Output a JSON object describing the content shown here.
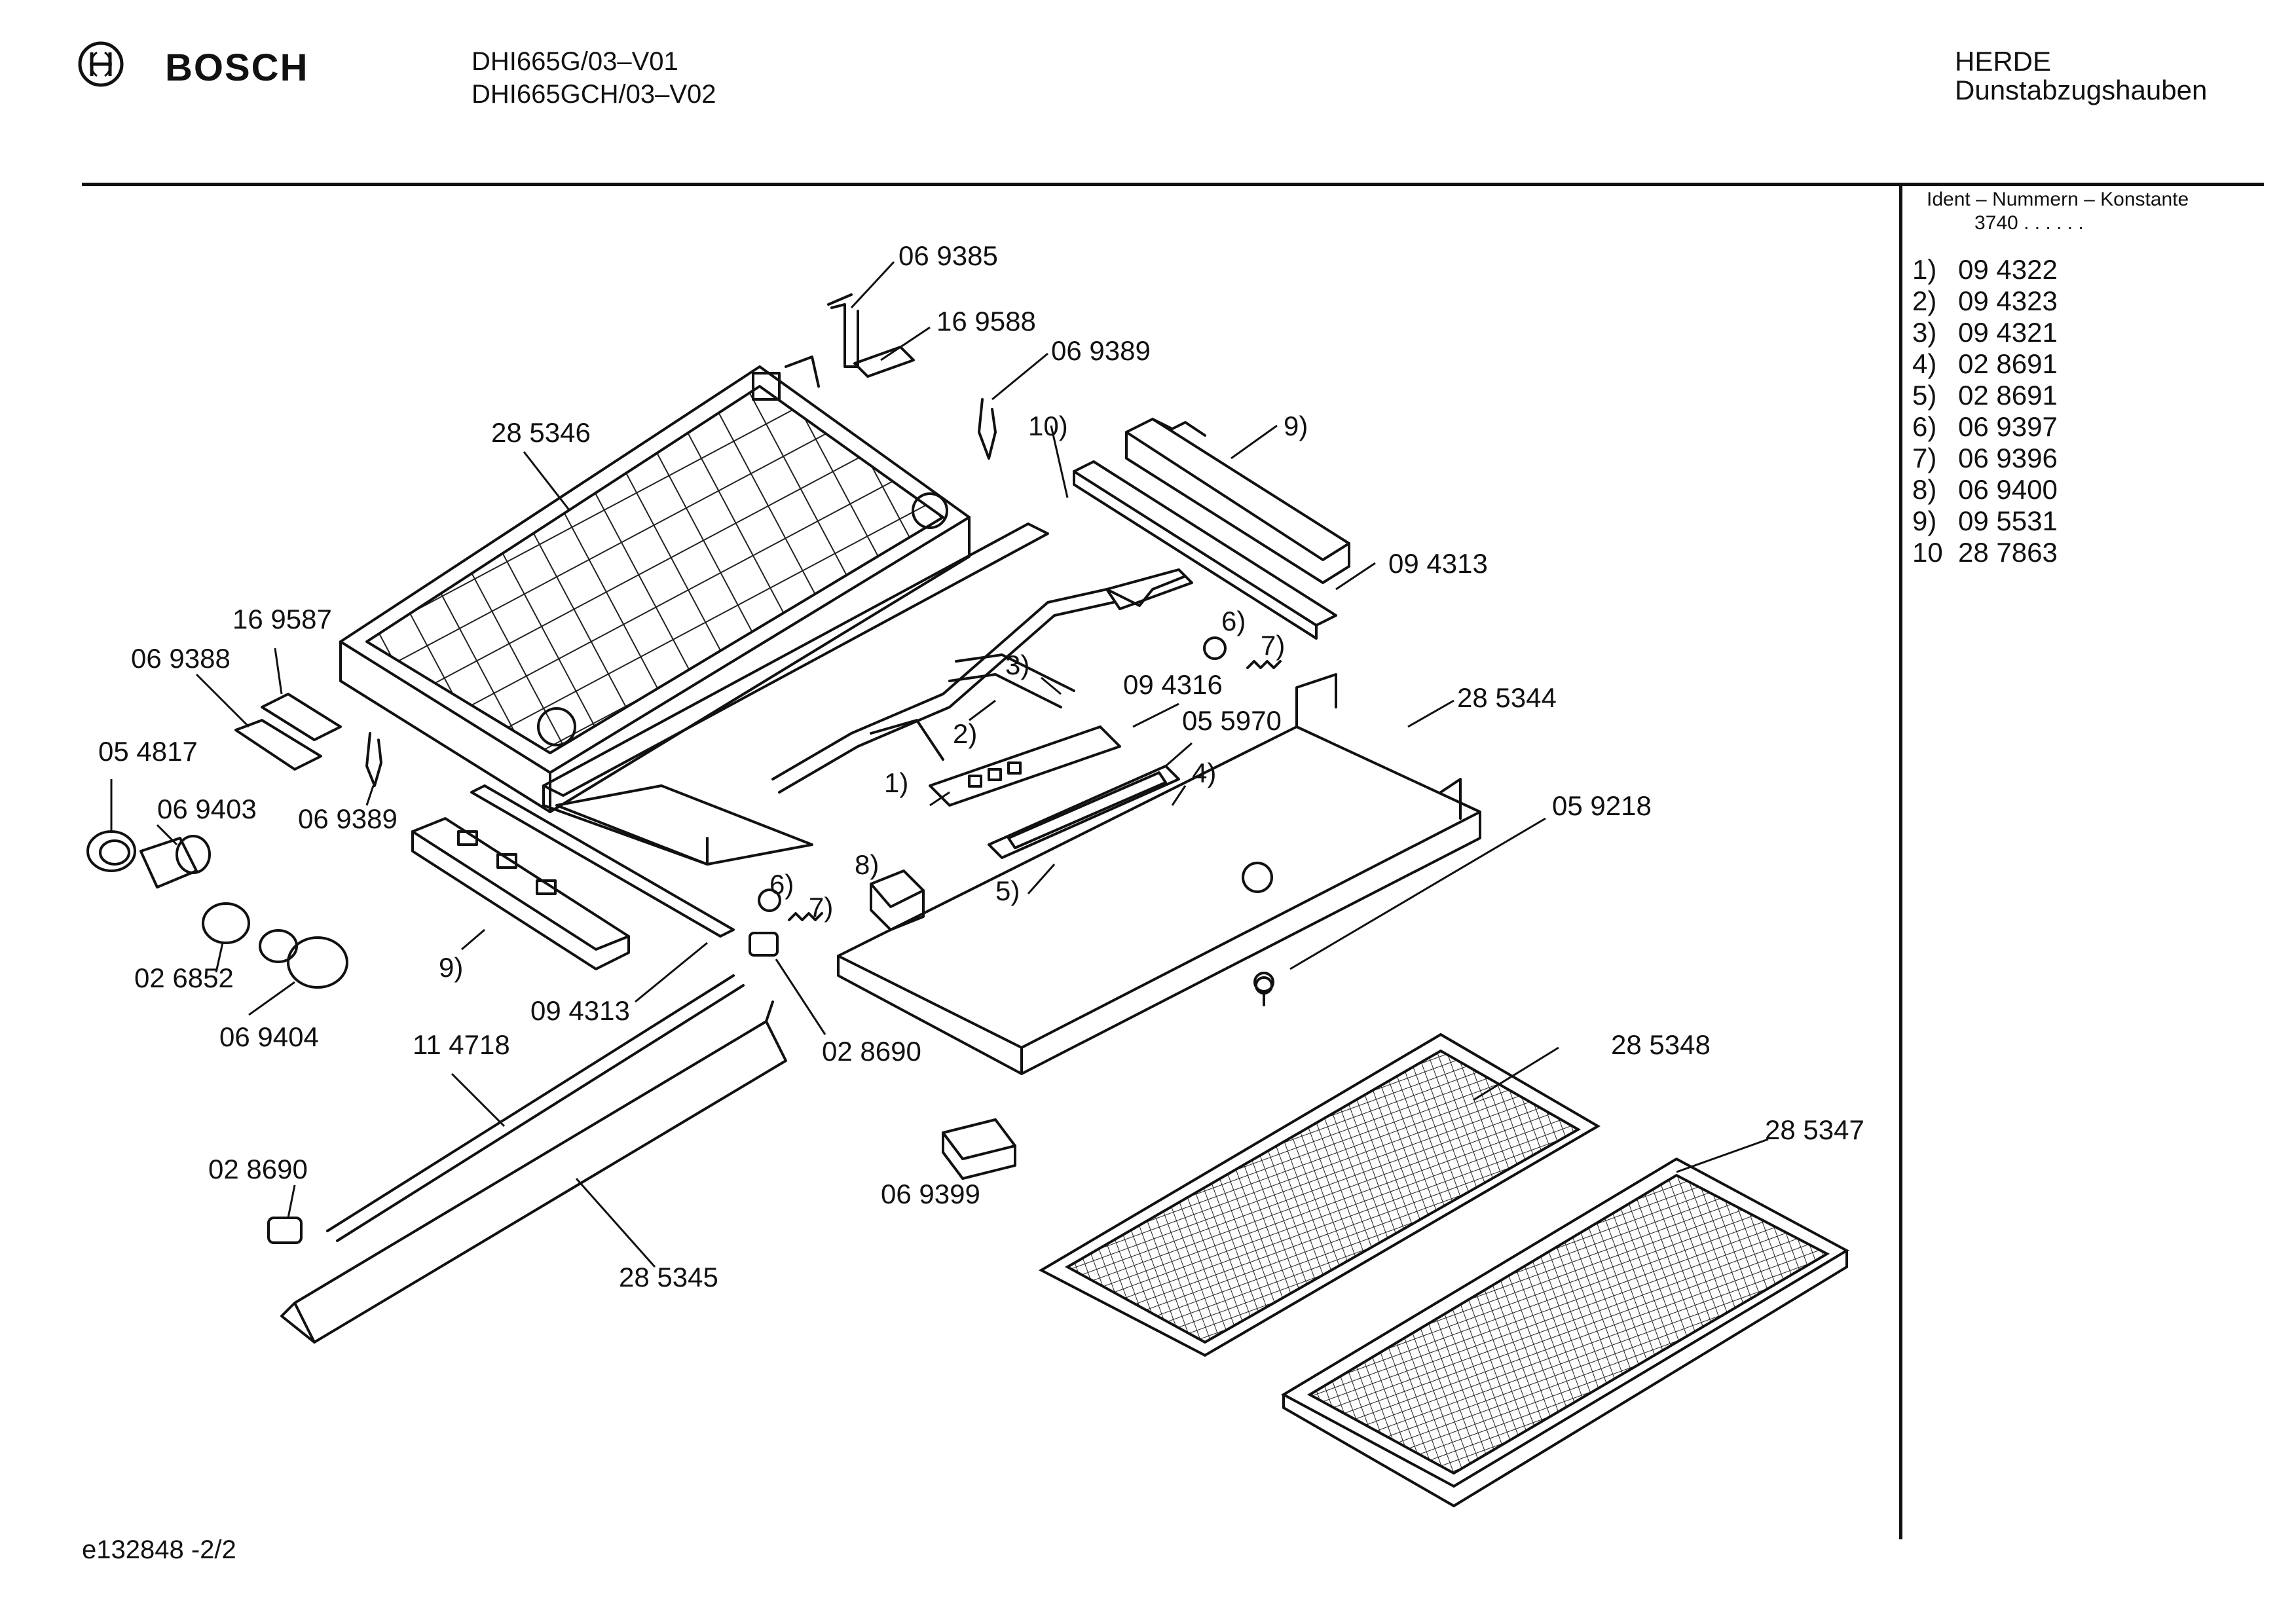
{
  "header": {
    "brand": "BOSCH",
    "model_line_1": "DHI665G/03–V01",
    "model_line_2": "DHI665GCH/03–V02",
    "category_line_1": "HERDE",
    "category_line_2": "Dunstabzugshauben"
  },
  "ident_panel": {
    "title": "Ident – Nummern – Konstante",
    "constant": "3740 .  .   .  .  .  .",
    "rows": [
      {
        "num": "1)",
        "val": "09 4322"
      },
      {
        "num": "2)",
        "val": "09 4323"
      },
      {
        "num": "3)",
        "val": "09 4321"
      },
      {
        "num": "4)",
        "val": "02 8691"
      },
      {
        "num": "5)",
        "val": "02 8691"
      },
      {
        "num": "6)",
        "val": "06 9397"
      },
      {
        "num": "7)",
        "val": "06 9396"
      },
      {
        "num": "8)",
        "val": "06 9400"
      },
      {
        "num": "9)",
        "val": "09 5531"
      },
      {
        "num": "10",
        "val": "28 7863"
      }
    ]
  },
  "part_labels": {
    "p069385": "06 9385",
    "p169588": "16 9588",
    "p069389a": "06 9389",
    "p285346": "28 5346",
    "p10": "10)",
    "p9a": "9)",
    "p094313a": "09 4313",
    "p169587": "16 9587",
    "p069388": "06 9388",
    "p6a": "6)",
    "p7a": "7)",
    "p3": "3)",
    "p094316": "09 4316",
    "p285344": "28 5344",
    "p2": "2)",
    "p055970": "05 5970",
    "p054817": "05 4817",
    "p1": "1)",
    "p4": "4)",
    "p069403": "06 9403",
    "p069389b": "06 9389",
    "p059218": "05 9218",
    "p8": "8)",
    "p6b": "6)",
    "p7b": "7)",
    "p5": "5)",
    "p026852": "02 6852",
    "p9b": "9)",
    "p094313b": "09 4313",
    "p069404": "06 9404",
    "p114718": "11 4718",
    "p028690a": "02 8690",
    "p285348": "28 5348",
    "p285347": "28 5347",
    "p028690b": "02 8690",
    "p069399": "06 9399",
    "p285345": "28 5345"
  },
  "footer": {
    "doc_id": "e132848 -2/2"
  }
}
